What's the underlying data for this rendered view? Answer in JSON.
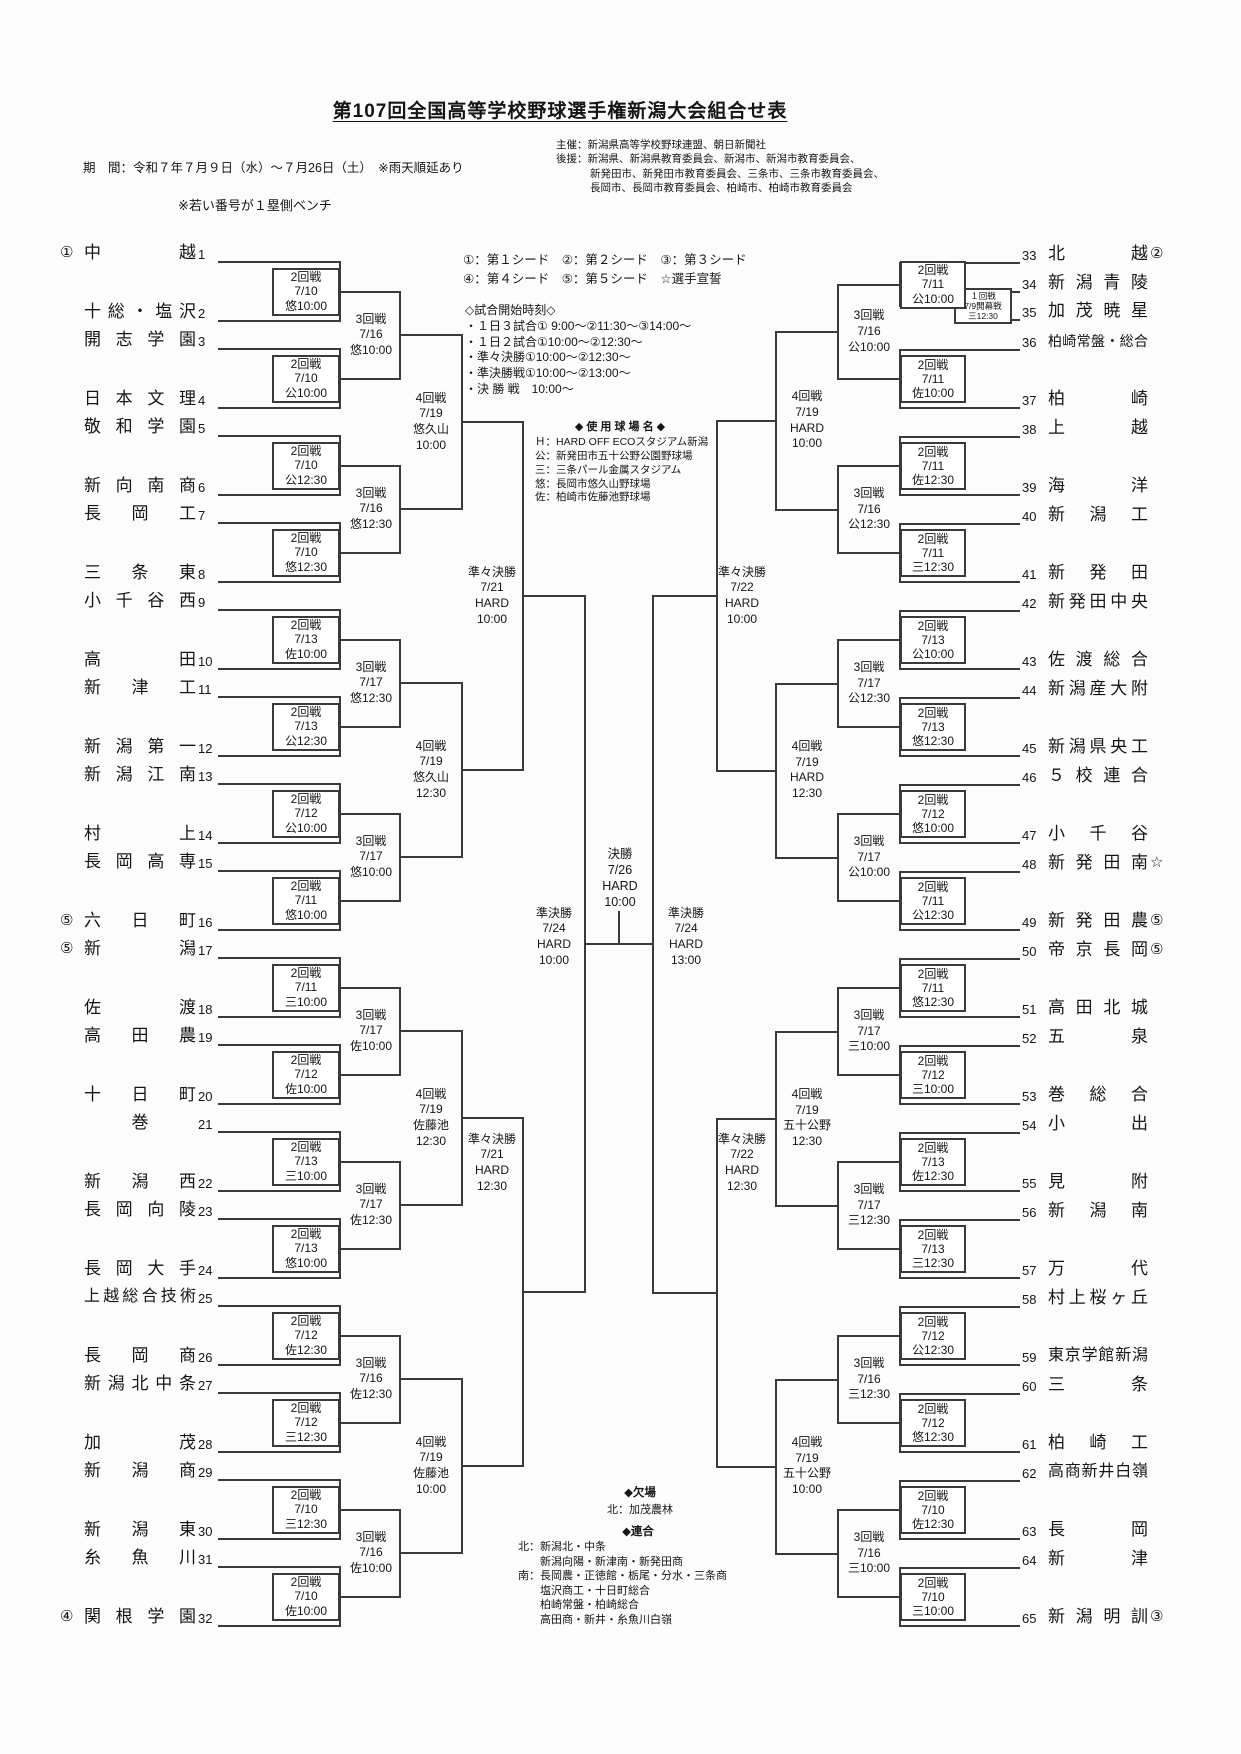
{
  "header": {
    "title": "第107回全国高等学校野球選手権新潟大会組合せ表",
    "period": "期　間：令和７年７月９日（水）～７月26日（土）　※雨天順延あり",
    "sponsor_lines": [
      "主催：新潟県高等学校野球連盟、朝日新聞社",
      "後援：新潟県、新潟県教育委員会、新潟市、新潟市教育委員会、",
      "新発田市、新発田市教育委員会、三条市、三条市教育委員会、",
      "長岡市、長岡市教育委員会、柏崎市、柏崎市教育委員会"
    ],
    "bench_note": "※若い番号が１塁側ベンチ"
  },
  "legend": {
    "seed_lines": [
      "①：第１シード　②：第２シード　③：第３シード",
      "④：第４シード　⑤：第５シード　☆選手宣誓"
    ],
    "start_times": {
      "title": "◇試合開始時刻◇",
      "lines": [
        "・１日３試合① 9:00～②11:30～③14:00～",
        "・１日２試合①10:00～②12:30～",
        "・準々決勝①10:00～②12:30～",
        "・準決勝戦①10:00～②13:00～",
        "・決 勝 戦　10:00～"
      ]
    },
    "venues": {
      "title": "◆ 使 用 球 場 名 ◆",
      "lines": [
        "Ｈ：HARD OFF ECOスタジアム新潟",
        "公：新発田市五十公野公園野球場",
        "三：三条パール金属スタジアム",
        "悠：長岡市悠久山野球場",
        "佐：柏崎市佐藤池野球場"
      ]
    }
  },
  "notes": {
    "absence": {
      "title": "◆欠場",
      "line": "北：加茂農林"
    },
    "combined": {
      "title": "◆連合",
      "lines": [
        "北：新潟北・中条",
        "　　新潟向陽・新津南・新発田商",
        "南：長岡農・正徳館・栃尾・分水・三条商",
        "　　塩沢商工・十日町総合",
        "　　柏崎常盤・柏崎総合",
        "　　高田商・新井・糸魚川白嶺"
      ]
    }
  },
  "bracket": {
    "teams_left": [
      {
        "n": "1",
        "name": "中越",
        "seed": "①"
      },
      {
        "n": "2",
        "name": "十総・塩沢"
      },
      {
        "n": "3",
        "name": "開志学園"
      },
      {
        "n": "4",
        "name": "日本文理"
      },
      {
        "n": "5",
        "name": "敬和学園"
      },
      {
        "n": "6",
        "name": "新向南商"
      },
      {
        "n": "7",
        "name": "長岡工"
      },
      {
        "n": "8",
        "name": "三条東"
      },
      {
        "n": "9",
        "name": "小千谷西"
      },
      {
        "n": "10",
        "name": "高田"
      },
      {
        "n": "11",
        "name": "新津工"
      },
      {
        "n": "12",
        "name": "新潟第一"
      },
      {
        "n": "13",
        "name": "新潟江南"
      },
      {
        "n": "14",
        "name": "村上"
      },
      {
        "n": "15",
        "name": "長岡高専"
      },
      {
        "n": "16",
        "name": "六日町",
        "seed": "⑤"
      },
      {
        "n": "17",
        "name": "新潟",
        "seed": "⑤"
      },
      {
        "n": "18",
        "name": "佐渡"
      },
      {
        "n": "19",
        "name": "高田農"
      },
      {
        "n": "20",
        "name": "十日町"
      },
      {
        "n": "21",
        "name": "巻"
      },
      {
        "n": "22",
        "name": "新潟西"
      },
      {
        "n": "23",
        "name": "長岡向陵"
      },
      {
        "n": "24",
        "name": "長岡大手"
      },
      {
        "n": "25",
        "name": "上越総合技術"
      },
      {
        "n": "26",
        "name": "長岡商"
      },
      {
        "n": "27",
        "name": "新潟北中条"
      },
      {
        "n": "28",
        "name": "加茂"
      },
      {
        "n": "29",
        "name": "新潟商"
      },
      {
        "n": "30",
        "name": "新潟東"
      },
      {
        "n": "31",
        "name": "糸魚川"
      },
      {
        "n": "32",
        "name": "関根学園",
        "seed": "④"
      }
    ],
    "teams_right": [
      {
        "n": "33",
        "name": "北越",
        "mark": "②"
      },
      {
        "n": "34",
        "name": "新潟青陵"
      },
      {
        "n": "35",
        "name": "加茂暁星"
      },
      {
        "n": "36",
        "name": "柏崎常盤・総合"
      },
      {
        "n": "37",
        "name": "柏崎"
      },
      {
        "n": "38",
        "name": "上越"
      },
      {
        "n": "39",
        "name": "海洋"
      },
      {
        "n": "40",
        "name": "新潟工"
      },
      {
        "n": "41",
        "name": "新発田"
      },
      {
        "n": "42",
        "name": "新発田中央"
      },
      {
        "n": "43",
        "name": "佐渡総合"
      },
      {
        "n": "44",
        "name": "新潟産大附"
      },
      {
        "n": "45",
        "name": "新潟県央工"
      },
      {
        "n": "46",
        "name": "５校連合"
      },
      {
        "n": "47",
        "name": "小千谷"
      },
      {
        "n": "48",
        "name": "新発田南",
        "mark": "☆"
      },
      {
        "n": "49",
        "name": "新発田農",
        "mark": "⑤"
      },
      {
        "n": "50",
        "name": "帝京長岡",
        "mark": "⑤"
      },
      {
        "n": "51",
        "name": "高田北城"
      },
      {
        "n": "52",
        "name": "五泉"
      },
      {
        "n": "53",
        "name": "巻総合"
      },
      {
        "n": "54",
        "name": "小出"
      },
      {
        "n": "55",
        "name": "見附"
      },
      {
        "n": "56",
        "name": "新潟南"
      },
      {
        "n": "57",
        "name": "万代"
      },
      {
        "n": "58",
        "name": "村上桜ヶ丘"
      },
      {
        "n": "59",
        "name": "東京学館新潟"
      },
      {
        "n": "60",
        "name": "三条"
      },
      {
        "n": "61",
        "name": "柏崎工"
      },
      {
        "n": "62",
        "name": "高商新井白嶺"
      },
      {
        "n": "63",
        "name": "長岡"
      },
      {
        "n": "64",
        "name": "新津"
      },
      {
        "n": "65",
        "name": "新潟明訓",
        "mark": "③"
      }
    ],
    "first_round": {
      "lines": [
        "１回戦",
        "7/9開幕戦",
        "三12:30"
      ]
    },
    "r2_left": [
      {
        "round": "2回戦",
        "date": "7/10",
        "site": "悠10:00"
      },
      {
        "round": "2回戦",
        "date": "7/10",
        "site": "公10:00"
      },
      {
        "round": "2回戦",
        "date": "7/10",
        "site": "公12:30"
      },
      {
        "round": "2回戦",
        "date": "7/10",
        "site": "悠12:30"
      },
      {
        "round": "2回戦",
        "date": "7/13",
        "site": "佐10:00"
      },
      {
        "round": "2回戦",
        "date": "7/13",
        "site": "公12:30"
      },
      {
        "round": "2回戦",
        "date": "7/12",
        "site": "公10:00"
      },
      {
        "round": "2回戦",
        "date": "7/11",
        "site": "悠10:00"
      },
      {
        "round": "2回戦",
        "date": "7/11",
        "site": "三10:00"
      },
      {
        "round": "2回戦",
        "date": "7/12",
        "site": "佐10:00"
      },
      {
        "round": "2回戦",
        "date": "7/13",
        "site": "三10:00"
      },
      {
        "round": "2回戦",
        "date": "7/13",
        "site": "悠10:00"
      },
      {
        "round": "2回戦",
        "date": "7/12",
        "site": "佐12:30"
      },
      {
        "round": "2回戦",
        "date": "7/12",
        "site": "三12:30"
      },
      {
        "round": "2回戦",
        "date": "7/10",
        "site": "三12:30"
      },
      {
        "round": "2回戦",
        "date": "7/10",
        "site": "佐10:00"
      }
    ],
    "r2_right": [
      {
        "round": "2回戦",
        "date": "7/11",
        "site": "公10:00"
      },
      {
        "round": "2回戦",
        "date": "7/11",
        "site": "佐10:00"
      },
      {
        "round": "2回戦",
        "date": "7/11",
        "site": "佐12:30"
      },
      {
        "round": "2回戦",
        "date": "7/11",
        "site": "三12:30"
      },
      {
        "round": "2回戦",
        "date": "7/13",
        "site": "公10:00"
      },
      {
        "round": "2回戦",
        "date": "7/13",
        "site": "悠12:30"
      },
      {
        "round": "2回戦",
        "date": "7/12",
        "site": "悠10:00"
      },
      {
        "round": "2回戦",
        "date": "7/11",
        "site": "公12:30"
      },
      {
        "round": "2回戦",
        "date": "7/11",
        "site": "悠12:30"
      },
      {
        "round": "2回戦",
        "date": "7/12",
        "site": "三10:00"
      },
      {
        "round": "2回戦",
        "date": "7/13",
        "site": "佐12:30"
      },
      {
        "round": "2回戦",
        "date": "7/13",
        "site": "三12:30"
      },
      {
        "round": "2回戦",
        "date": "7/12",
        "site": "公12:30"
      },
      {
        "round": "2回戦",
        "date": "7/12",
        "site": "悠12:30"
      },
      {
        "round": "2回戦",
        "date": "7/10",
        "site": "佐12:30"
      },
      {
        "round": "2回戦",
        "date": "7/10",
        "site": "三10:00"
      }
    ],
    "r3_left": [
      {
        "round": "3回戦",
        "date": "7/16",
        "site": "悠10:00"
      },
      {
        "round": "3回戦",
        "date": "7/16",
        "site": "悠12:30"
      },
      {
        "round": "3回戦",
        "date": "7/17",
        "site": "悠12:30"
      },
      {
        "round": "3回戦",
        "date": "7/17",
        "site": "悠10:00"
      },
      {
        "round": "3回戦",
        "date": "7/17",
        "site": "佐10:00"
      },
      {
        "round": "3回戦",
        "date": "7/17",
        "site": "佐12:30"
      },
      {
        "round": "3回戦",
        "date": "7/16",
        "site": "佐12:30"
      },
      {
        "round": "3回戦",
        "date": "7/16",
        "site": "佐10:00"
      }
    ],
    "r3_right": [
      {
        "round": "3回戦",
        "date": "7/16",
        "site": "公10:00"
      },
      {
        "round": "3回戦",
        "date": "7/16",
        "site": "公12:30"
      },
      {
        "round": "3回戦",
        "date": "7/17",
        "site": "公12:30"
      },
      {
        "round": "3回戦",
        "date": "7/17",
        "site": "公10:00"
      },
      {
        "round": "3回戦",
        "date": "7/17",
        "site": "三10:00"
      },
      {
        "round": "3回戦",
        "date": "7/17",
        "site": "三12:30"
      },
      {
        "round": "3回戦",
        "date": "7/16",
        "site": "三12:30"
      },
      {
        "round": "3回戦",
        "date": "7/16",
        "site": "三10:00"
      }
    ],
    "r4_left": [
      {
        "round": "4回戦",
        "date": "7/19",
        "venue": "悠久山",
        "time": "10:00"
      },
      {
        "round": "4回戦",
        "date": "7/19",
        "venue": "悠久山",
        "time": "12:30"
      },
      {
        "round": "4回戦",
        "date": "7/19",
        "venue": "佐藤池",
        "time": "12:30"
      },
      {
        "round": "4回戦",
        "date": "7/19",
        "venue": "佐藤池",
        "time": "10:00"
      }
    ],
    "r4_right": [
      {
        "round": "4回戦",
        "date": "7/19",
        "venue": "HARD",
        "time": "10:00"
      },
      {
        "round": "4回戦",
        "date": "7/19",
        "venue": "HARD",
        "time": "12:30"
      },
      {
        "round": "4回戦",
        "date": "7/19",
        "venue": "五十公野",
        "time": "12:30"
      },
      {
        "round": "4回戦",
        "date": "7/19",
        "venue": "五十公野",
        "time": "10:00"
      }
    ],
    "qf_left": [
      {
        "label": "準々決勝",
        "date": "7/21",
        "venue": "HARD",
        "time": "10:00"
      },
      {
        "label": "準々決勝",
        "date": "7/21",
        "venue": "HARD",
        "time": "12:30"
      }
    ],
    "qf_right": [
      {
        "label": "準々決勝",
        "date": "7/22",
        "venue": "HARD",
        "time": "10:00"
      },
      {
        "label": "準々決勝",
        "date": "7/22",
        "venue": "HARD",
        "time": "12:30"
      }
    ],
    "sf": [
      {
        "label": "準決勝",
        "date": "7/24",
        "venue": "HARD",
        "time": "10:00"
      },
      {
        "label": "準決勝",
        "date": "7/24",
        "venue": "HARD",
        "time": "13:00"
      }
    ],
    "final": {
      "label": "決勝",
      "date": "7/26",
      "venue": "HARD",
      "time": "10:00"
    }
  }
}
